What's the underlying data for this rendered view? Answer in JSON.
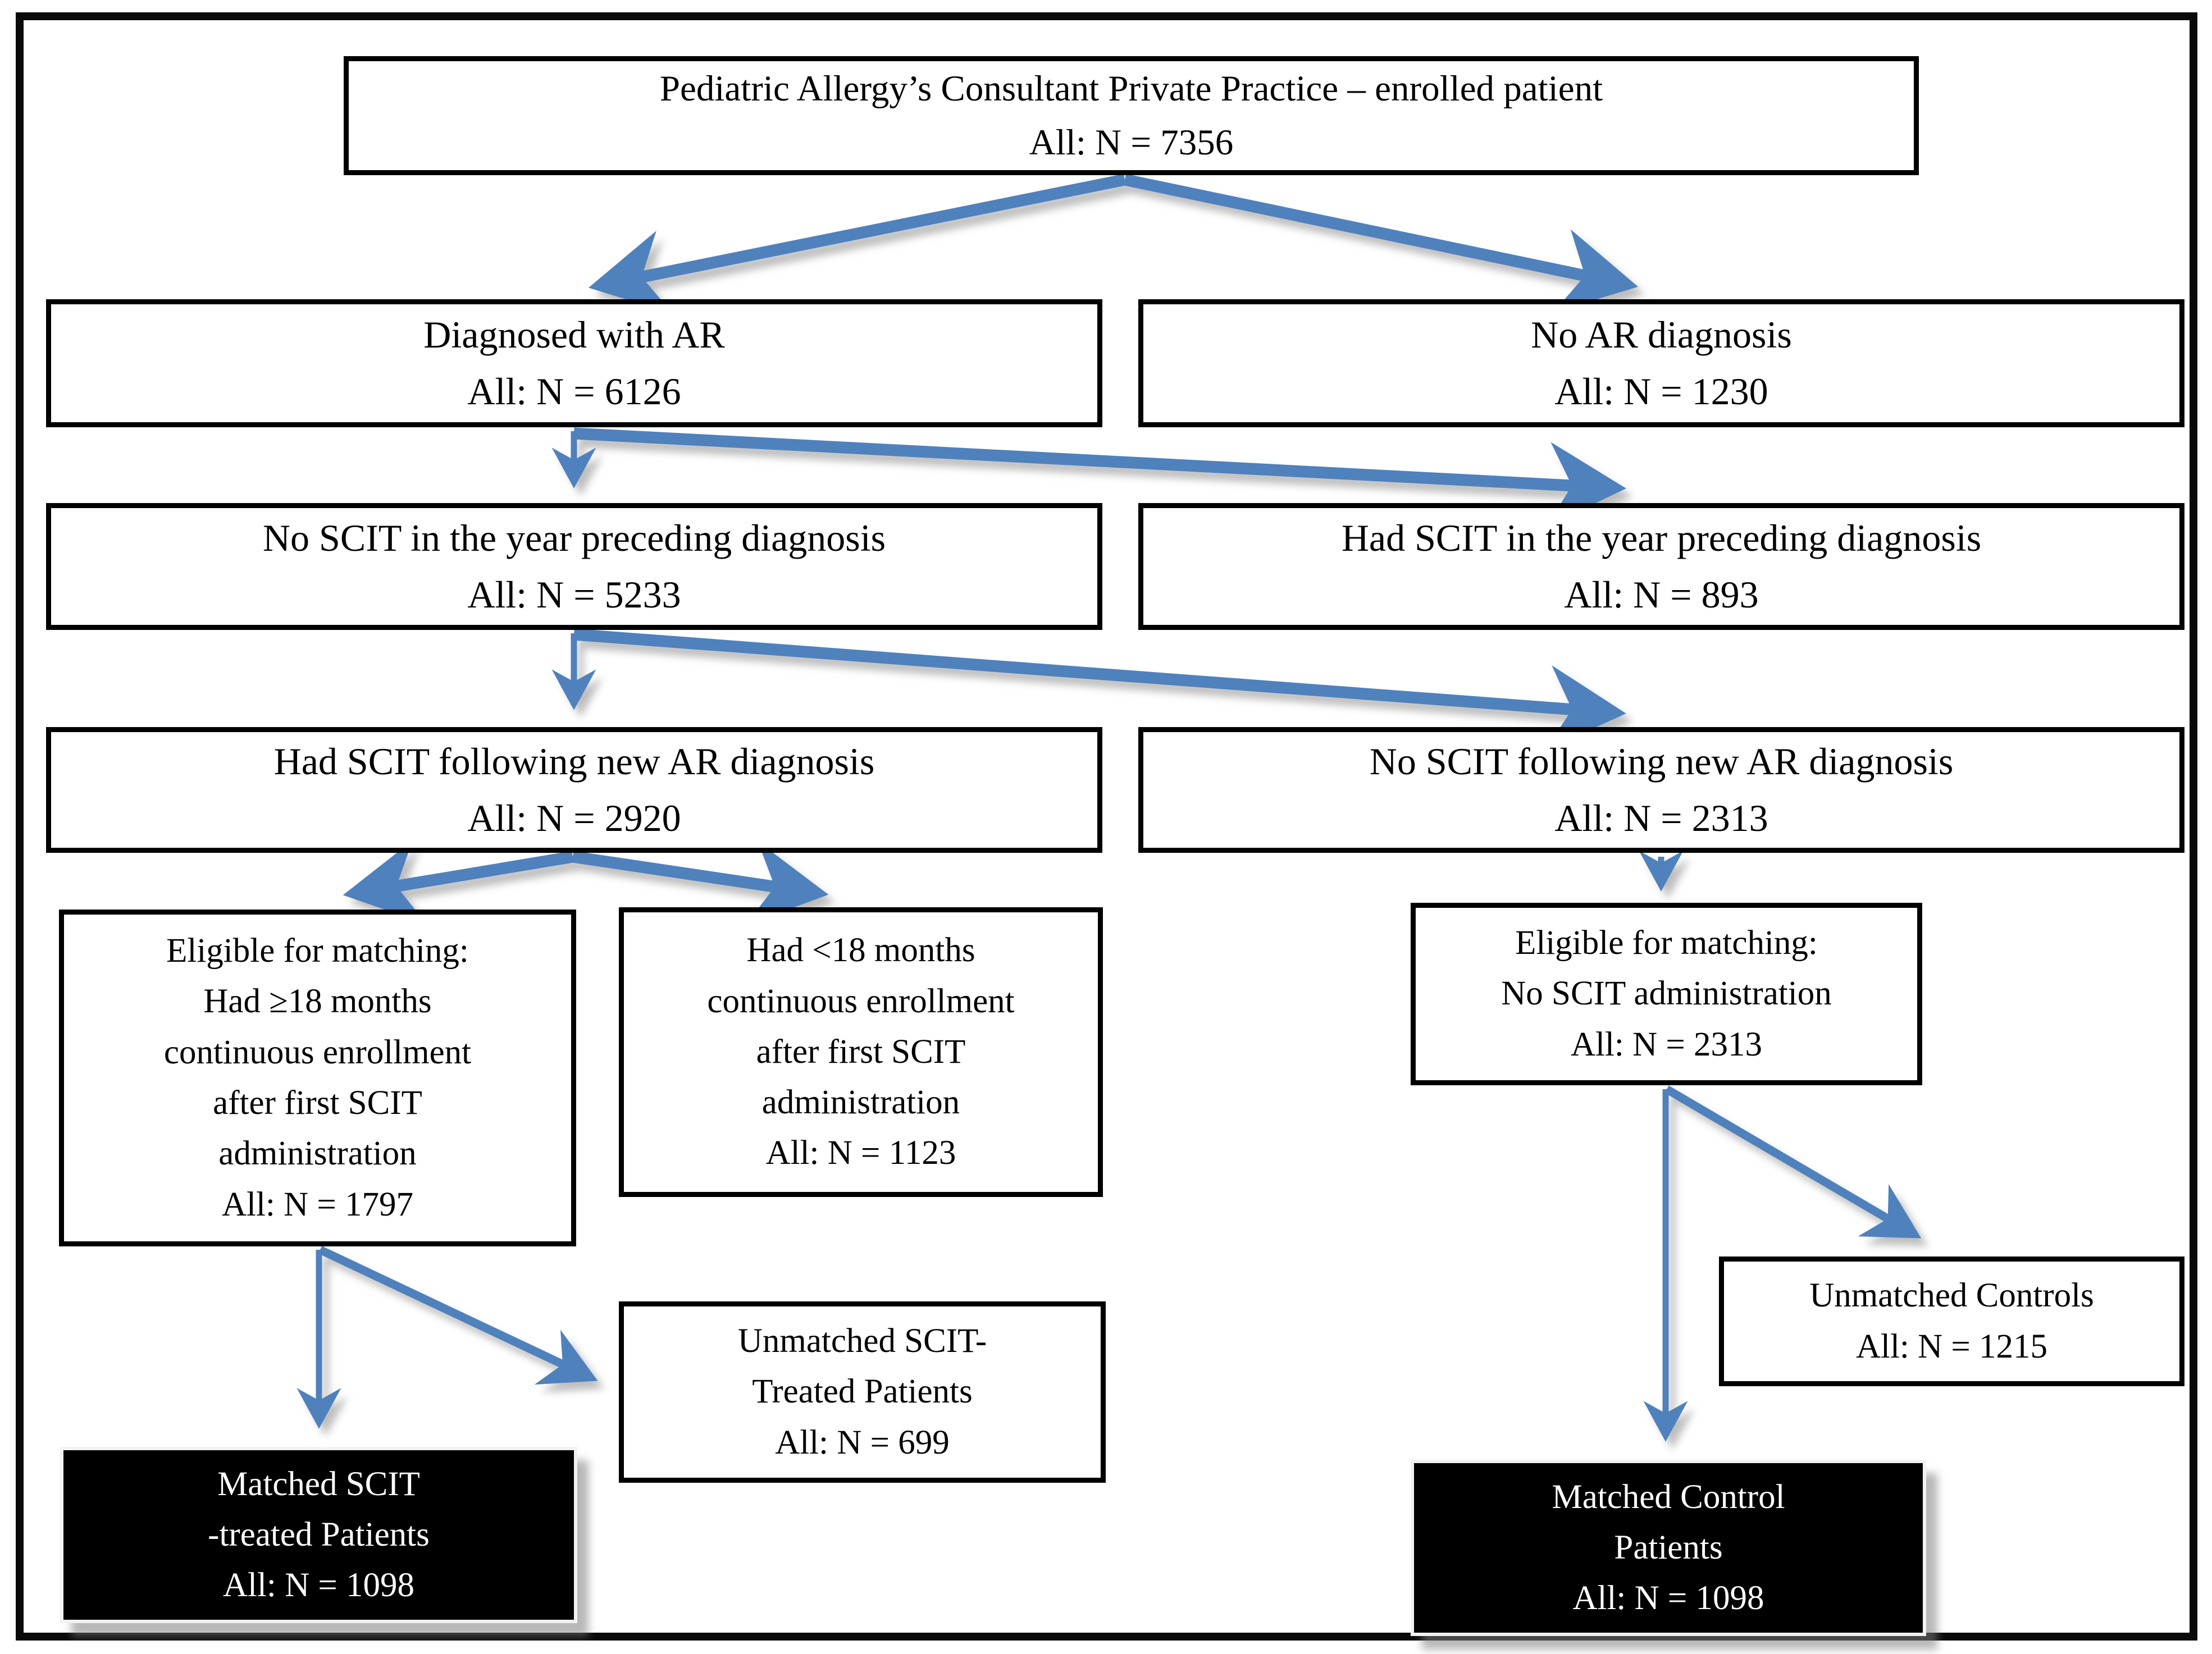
{
  "diagram": {
    "description": "Patient selection flowchart",
    "colors": {
      "arrow_blue": "#4f81bd",
      "box_border": "#000000",
      "box_background": "#ffffff",
      "highlight_box_background": "#000000",
      "highlight_box_text": "#ffffff"
    },
    "boxes": {
      "enrolled": {
        "lines": [
          "Pediatric Allergy’s Consultant Private Practice – enrolled patient",
          "All: N = 7356"
        ],
        "n": 7356
      },
      "diagnosed_ar": {
        "lines": [
          "Diagnosed with AR",
          "All: N = 6126"
        ],
        "n": 6126
      },
      "no_ar": {
        "lines": [
          "No AR diagnosis",
          "All: N = 1230"
        ],
        "n": 1230
      },
      "no_scit_prior": {
        "lines": [
          "No SCIT in the year preceding diagnosis",
          "All: N = 5233"
        ],
        "n": 5233
      },
      "had_scit_prior": {
        "lines": [
          "Had SCIT in the year preceding diagnosis",
          "All: N = 893"
        ],
        "n": 893
      },
      "had_scit_new": {
        "lines": [
          "Had SCIT following new AR diagnosis",
          "All: N = 2920"
        ],
        "n": 2920
      },
      "no_scit_new": {
        "lines": [
          "No  SCIT following new AR diagnosis",
          "All: N = 2313"
        ],
        "n": 2313
      },
      "eligible_scit": {
        "lines": [
          "Eligible for matching:",
          "Had ≥18 months",
          "continuous enrollment",
          "after first SCIT",
          "administration",
          "All: N = 1797"
        ],
        "n": 1797
      },
      "under_18": {
        "lines": [
          "Had <18 months",
          "continuous enrollment",
          "after first SCIT",
          "administration",
          "All: N = 1123"
        ],
        "n": 1123
      },
      "eligible_control": {
        "lines": [
          "Eligible for matching:",
          "No SCIT administration",
          "All: N = 2313"
        ],
        "n": 2313
      },
      "unmatched_scit": {
        "lines": [
          "Unmatched SCIT-",
          "Treated Patients",
          "All: N = 699"
        ],
        "n": 699
      },
      "unmatched_controls": {
        "lines": [
          "Unmatched Controls",
          "All: N = 1215"
        ],
        "n": 1215
      },
      "matched_scit": {
        "lines": [
          "Matched SCIT",
          "-treated Patients",
          "All: N = 1098"
        ],
        "n": 1098
      },
      "matched_control": {
        "lines": [
          "Matched Control",
          "Patients",
          "All: N = 1098"
        ],
        "n": 1098
      }
    },
    "edges": [
      {
        "from": "enrolled",
        "to": "diagnosed_ar"
      },
      {
        "from": "enrolled",
        "to": "no_ar"
      },
      {
        "from": "diagnosed_ar",
        "to": "no_scit_prior"
      },
      {
        "from": "diagnosed_ar",
        "to": "had_scit_prior"
      },
      {
        "from": "no_scit_prior",
        "to": "had_scit_new"
      },
      {
        "from": "no_scit_prior",
        "to": "no_scit_new"
      },
      {
        "from": "had_scit_new",
        "to": "eligible_scit"
      },
      {
        "from": "had_scit_new",
        "to": "under_18"
      },
      {
        "from": "no_scit_new",
        "to": "eligible_control"
      },
      {
        "from": "eligible_scit",
        "to": "matched_scit"
      },
      {
        "from": "eligible_scit",
        "to": "unmatched_scit"
      },
      {
        "from": "eligible_control",
        "to": "matched_control"
      },
      {
        "from": "eligible_control",
        "to": "unmatched_controls"
      }
    ]
  }
}
